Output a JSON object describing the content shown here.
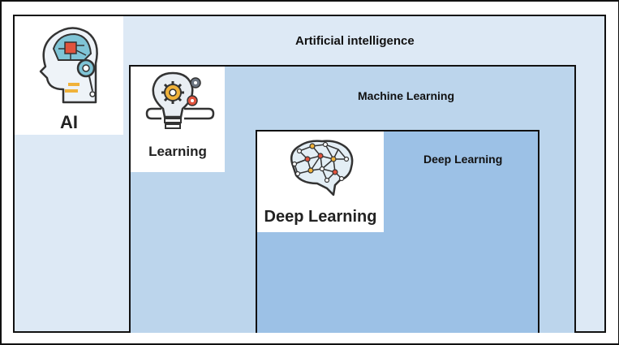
{
  "diagram": {
    "outer_title": "Artificial intelligence",
    "middle_title": "Machine Learning",
    "inner_title": "Deep Learning",
    "cards": {
      "ai": {
        "label": "AI",
        "icon": "ai-head-icon"
      },
      "ml": {
        "label": "Learning",
        "icon": "lightbulb-gears-icon"
      },
      "dl": {
        "label": "Deep Learning",
        "icon": "neural-brain-icon"
      }
    }
  },
  "colors": {
    "ai_bg": "#dde9f5",
    "ml_bg": "#bcd5ec",
    "dl_bg": "#9cc1e6",
    "border": "#111111"
  }
}
